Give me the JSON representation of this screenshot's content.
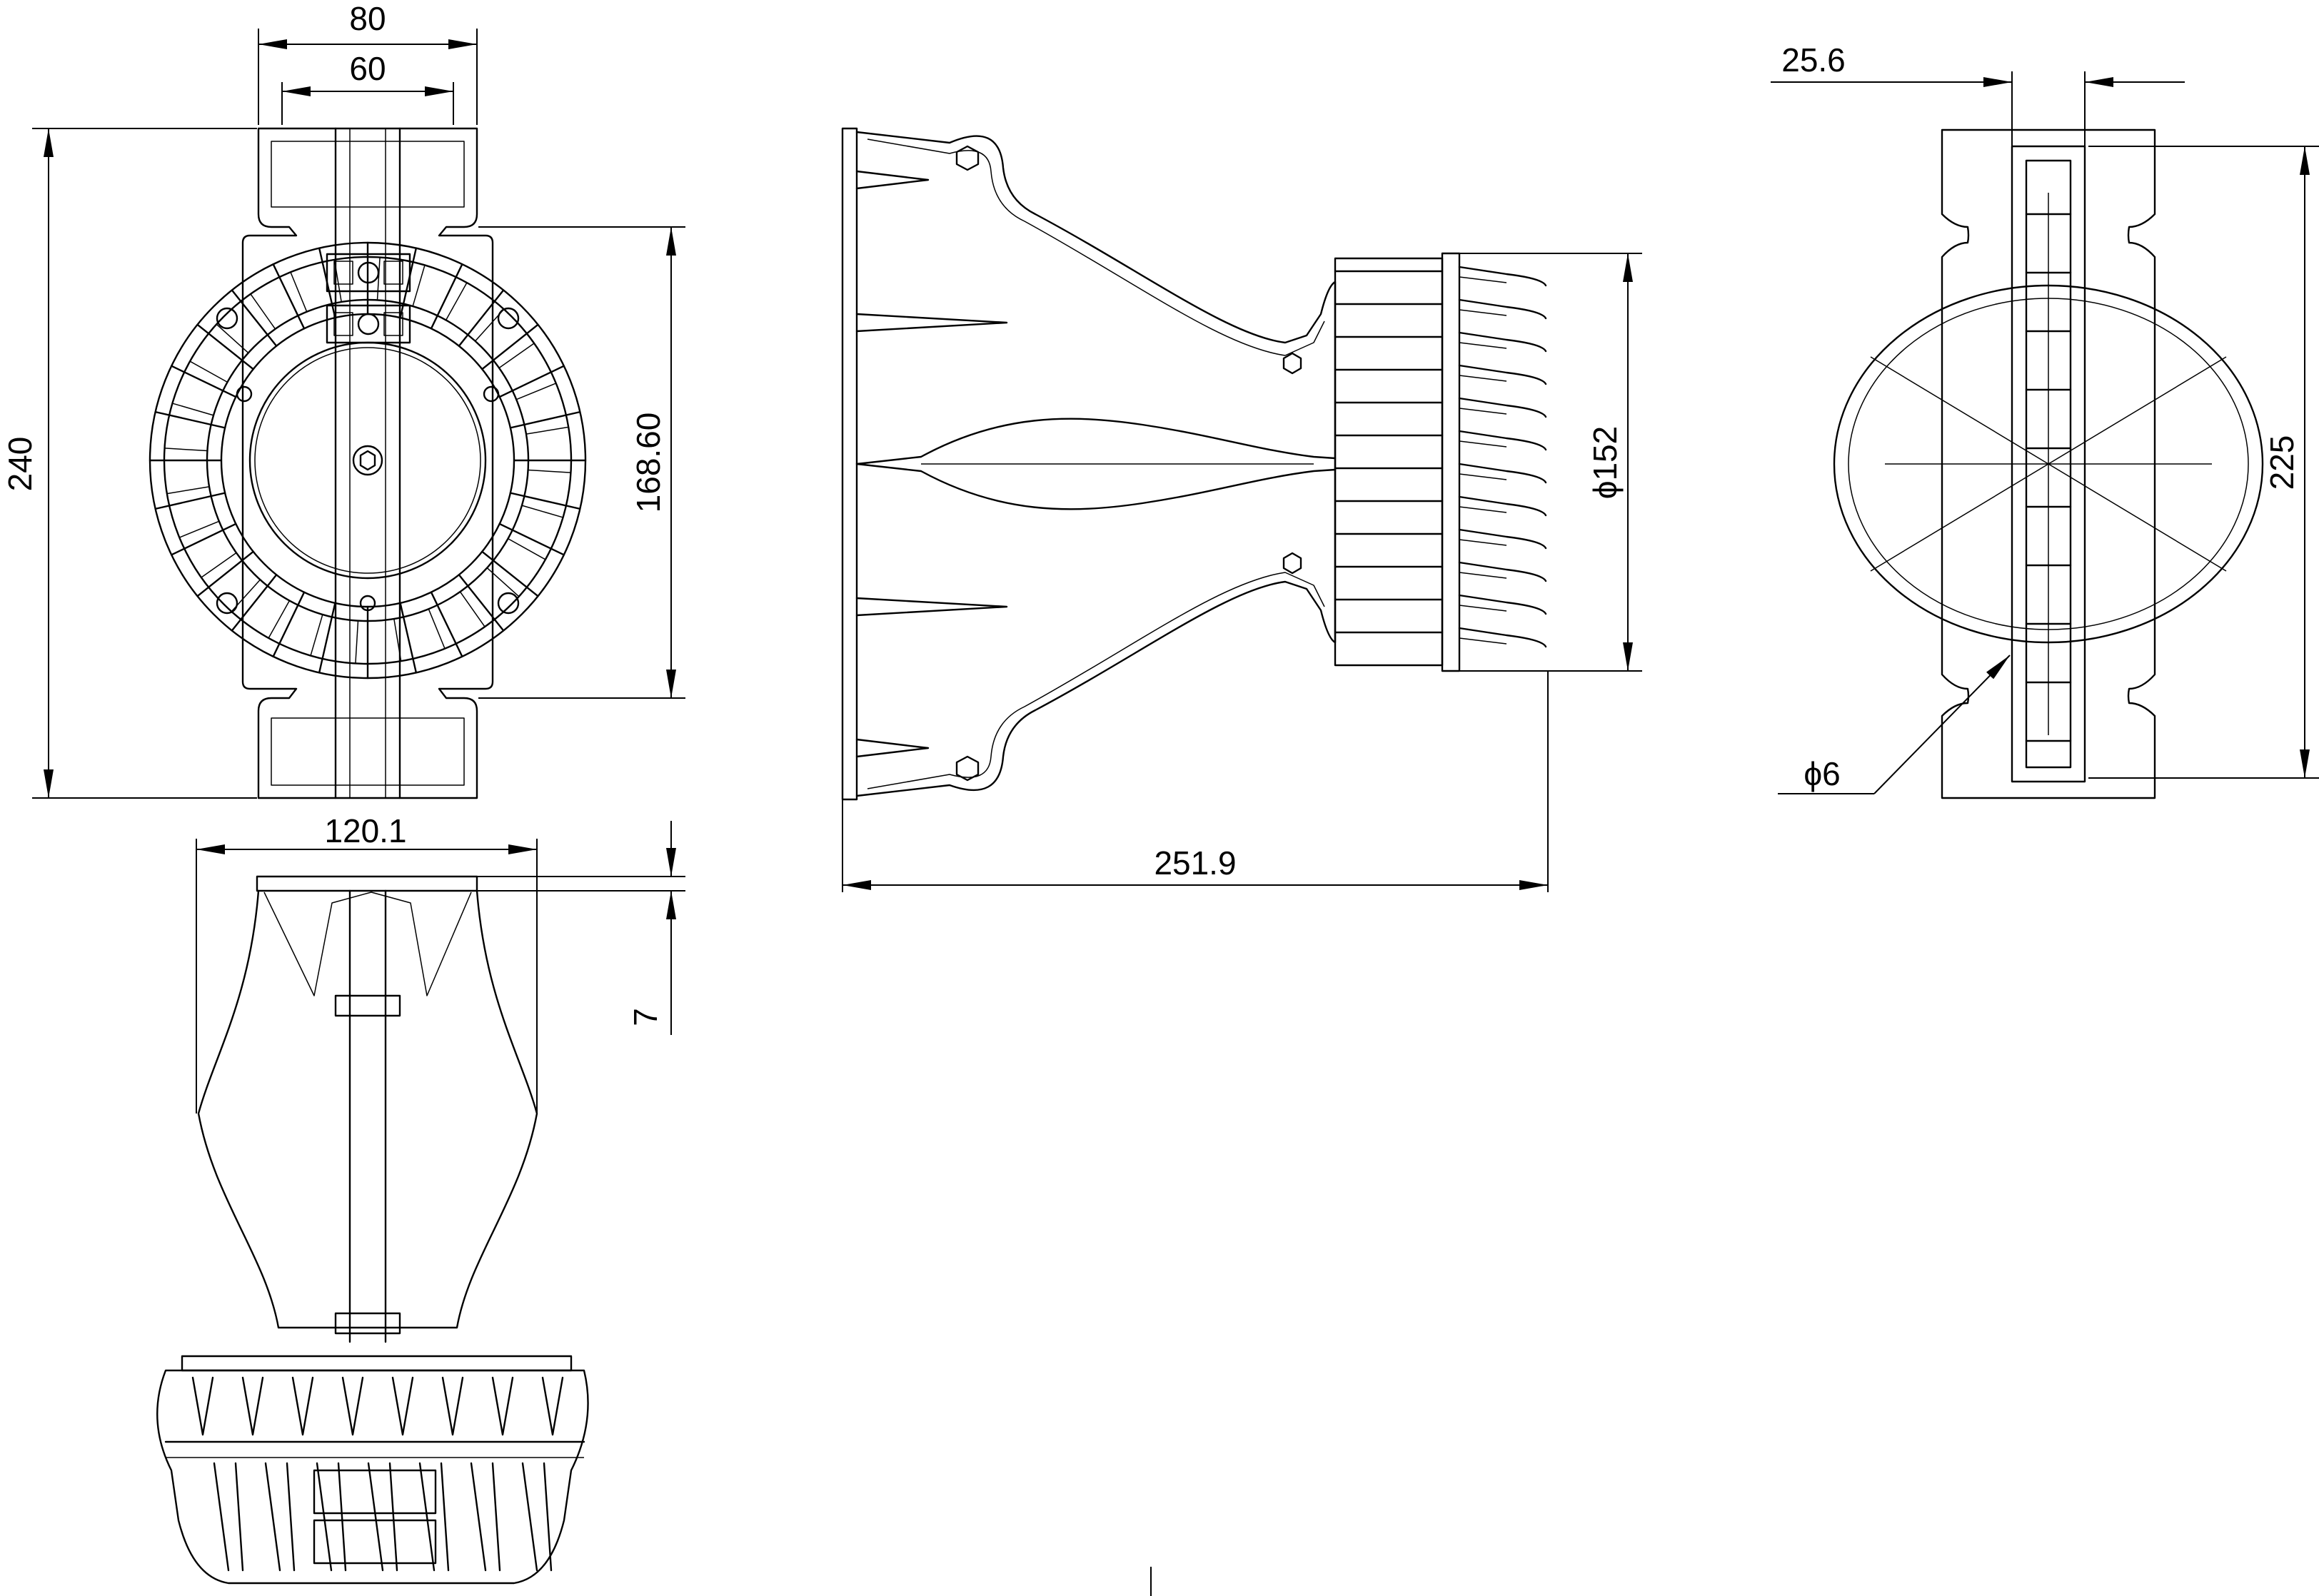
{
  "drawing": {
    "views": [
      "front-view",
      "top-view",
      "side-view",
      "end-view"
    ],
    "dimensions": {
      "width_top": "80",
      "width_inner": "60",
      "height_total": "240",
      "height_mount": "168.60",
      "bottom_width": "120.1",
      "offset_small": "7",
      "length_side": "251.9",
      "diameter_driver": "ϕ152",
      "depth_flange": "25.6",
      "height_end": "225",
      "hole_diameter": "ϕ6"
    },
    "colors": {
      "line": "#000000",
      "background": "#ffffff"
    }
  }
}
